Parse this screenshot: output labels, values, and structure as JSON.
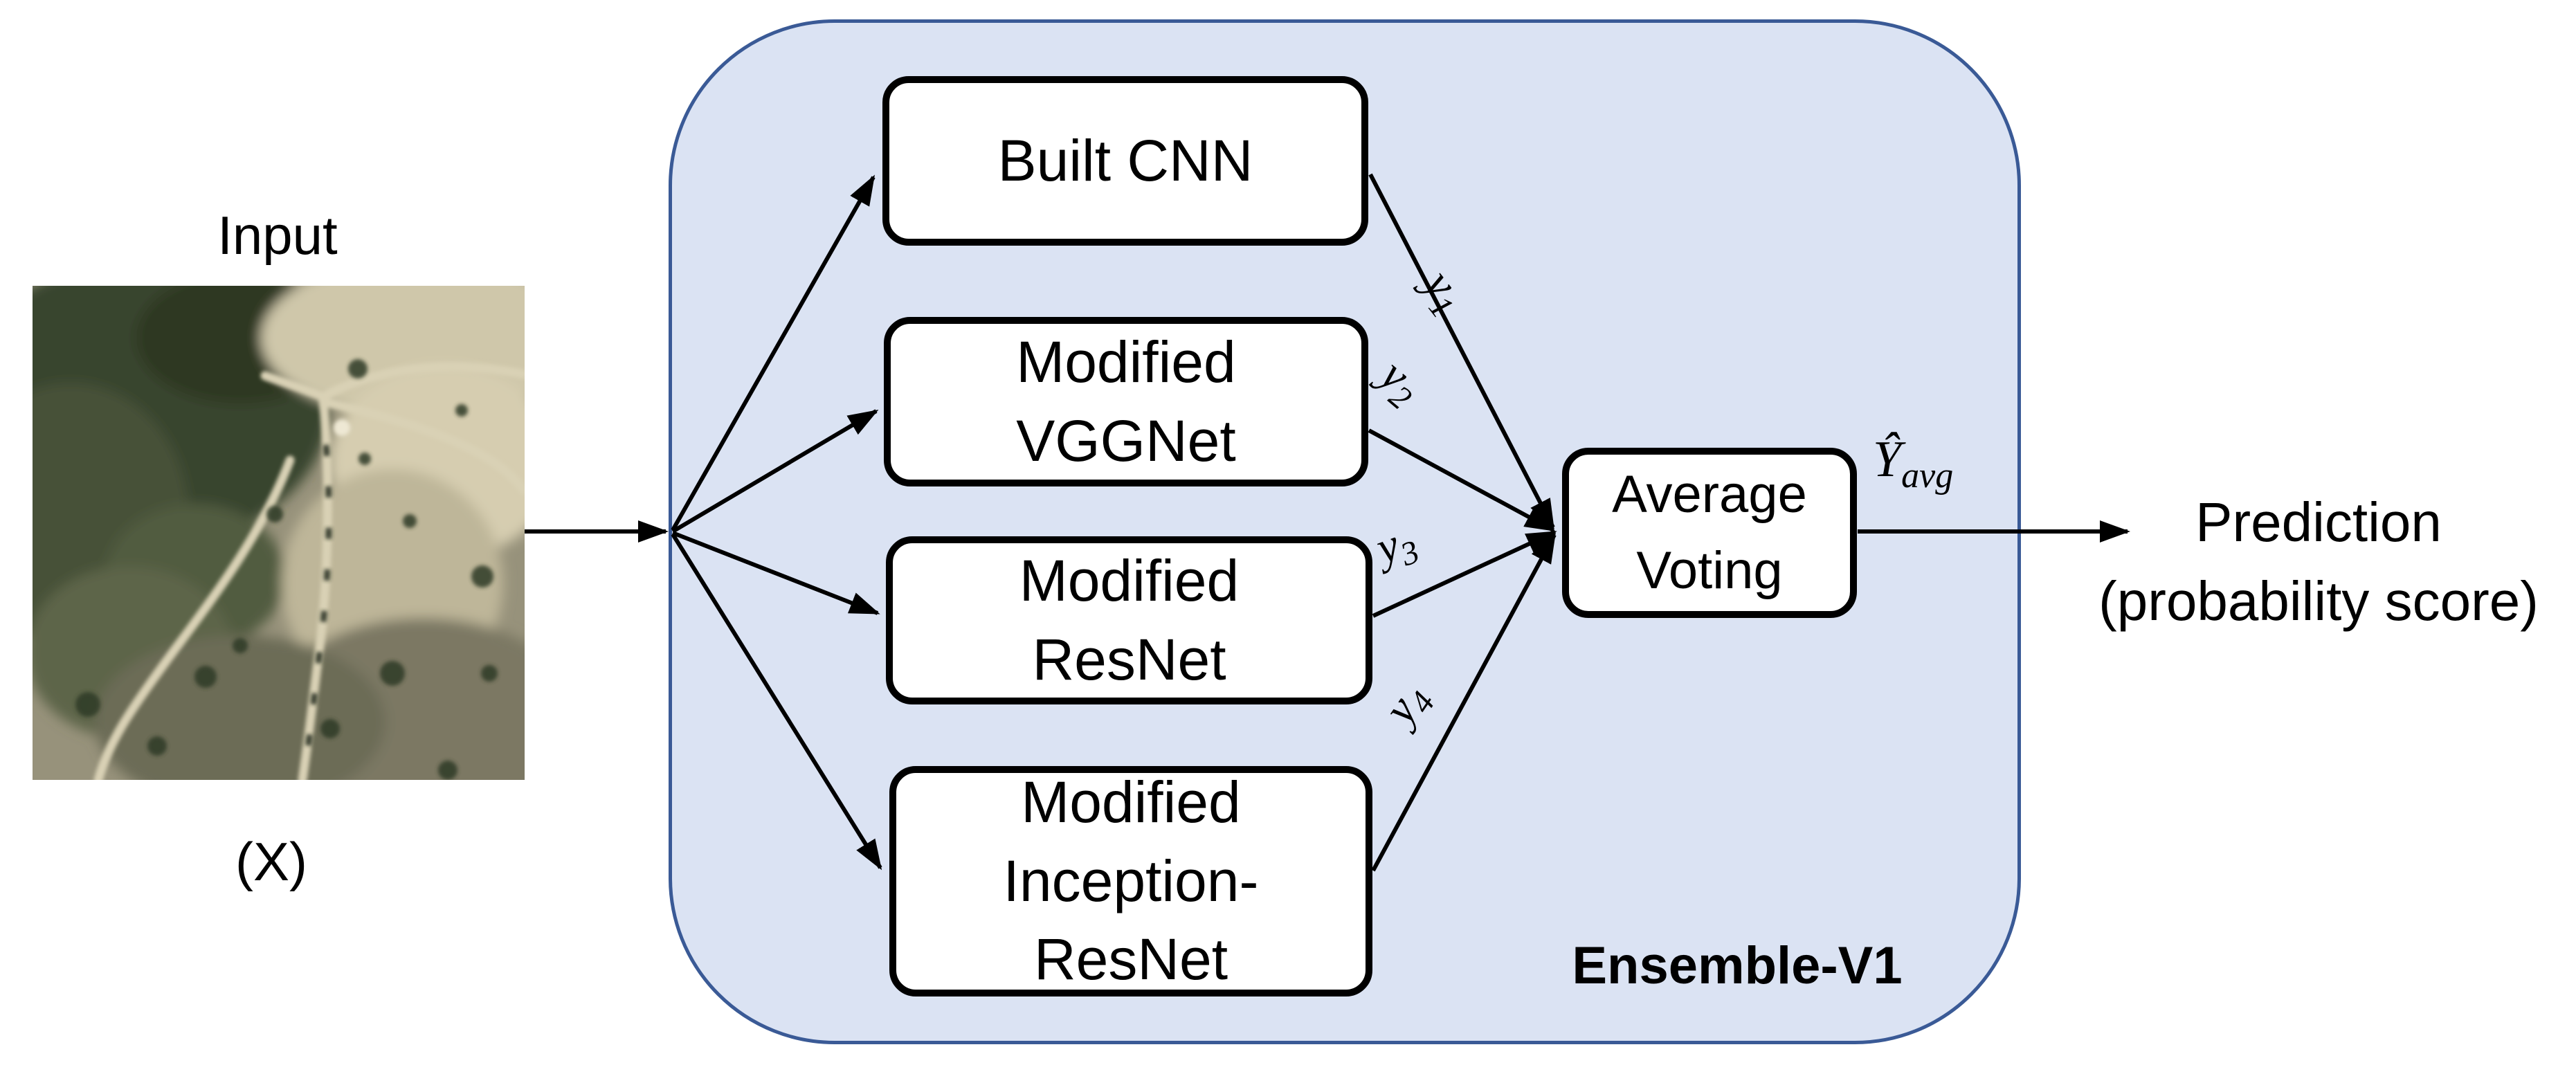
{
  "diagram": {
    "input": {
      "title": "Input",
      "caption": "(X)"
    },
    "ensemble": {
      "label": "Ensemble-V1",
      "fill": "#dbe3f3",
      "border": "#3a5a96"
    },
    "models": [
      {
        "id": "built-cnn",
        "lines": [
          "Built CNN"
        ]
      },
      {
        "id": "modified-vggnet",
        "lines": [
          "Modified",
          "VGGNet"
        ]
      },
      {
        "id": "modified-resnet",
        "lines": [
          "Modified",
          "ResNet"
        ]
      },
      {
        "id": "modified-inception-resnet",
        "lines": [
          "Modified",
          "Inception-",
          "ResNet"
        ]
      }
    ],
    "outputs": [
      {
        "base": "y",
        "sub": "1"
      },
      {
        "base": "y",
        "sub": "2"
      },
      {
        "base": "y",
        "sub": "3"
      },
      {
        "base": "y",
        "sub": "4"
      }
    ],
    "voting": {
      "lines": [
        "Average",
        "Voting"
      ]
    },
    "result": {
      "base": "Ŷ",
      "sub": "avg"
    },
    "prediction": {
      "lines": [
        "Prediction",
        "(probability score)"
      ]
    }
  }
}
